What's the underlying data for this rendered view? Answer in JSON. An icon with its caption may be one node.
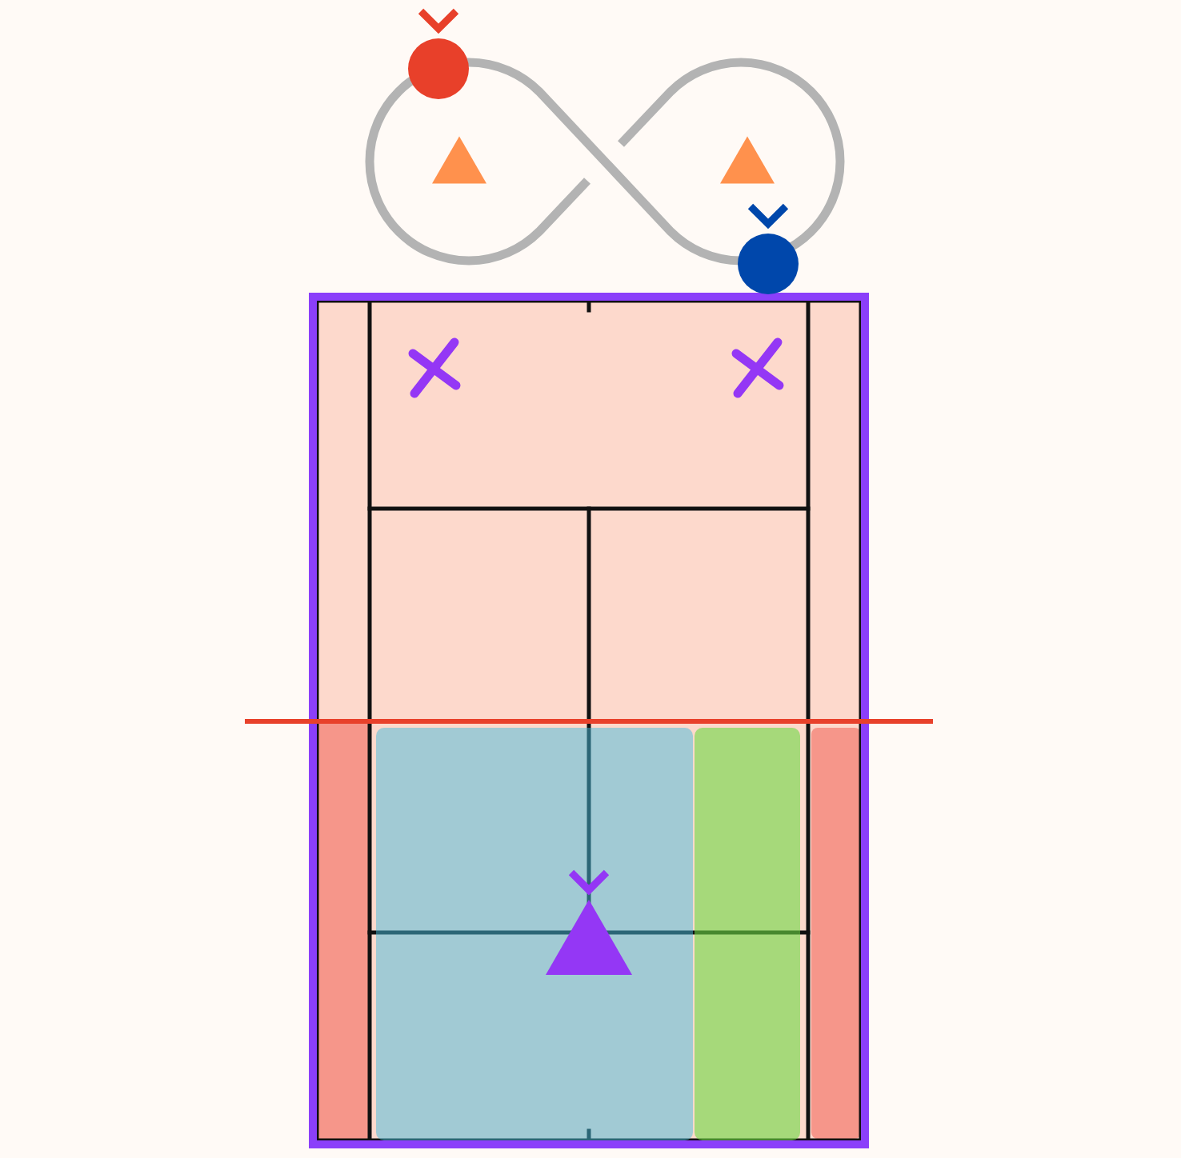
{
  "diagram": {
    "nodes": [
      {
        "text": [],
        "shape": "circle"
      },
      {
        "text": [],
        "shape": "triangle"
      },
      {
        "text": [],
        "shape": "triangle"
      },
      {
        "text": [],
        "shape": "circle"
      },
      {
        "text": [],
        "shape": "cross"
      },
      {
        "text": [],
        "shape": "cross"
      },
      {
        "text": [],
        "shape": "triangle"
      }
    ]
  }
}
